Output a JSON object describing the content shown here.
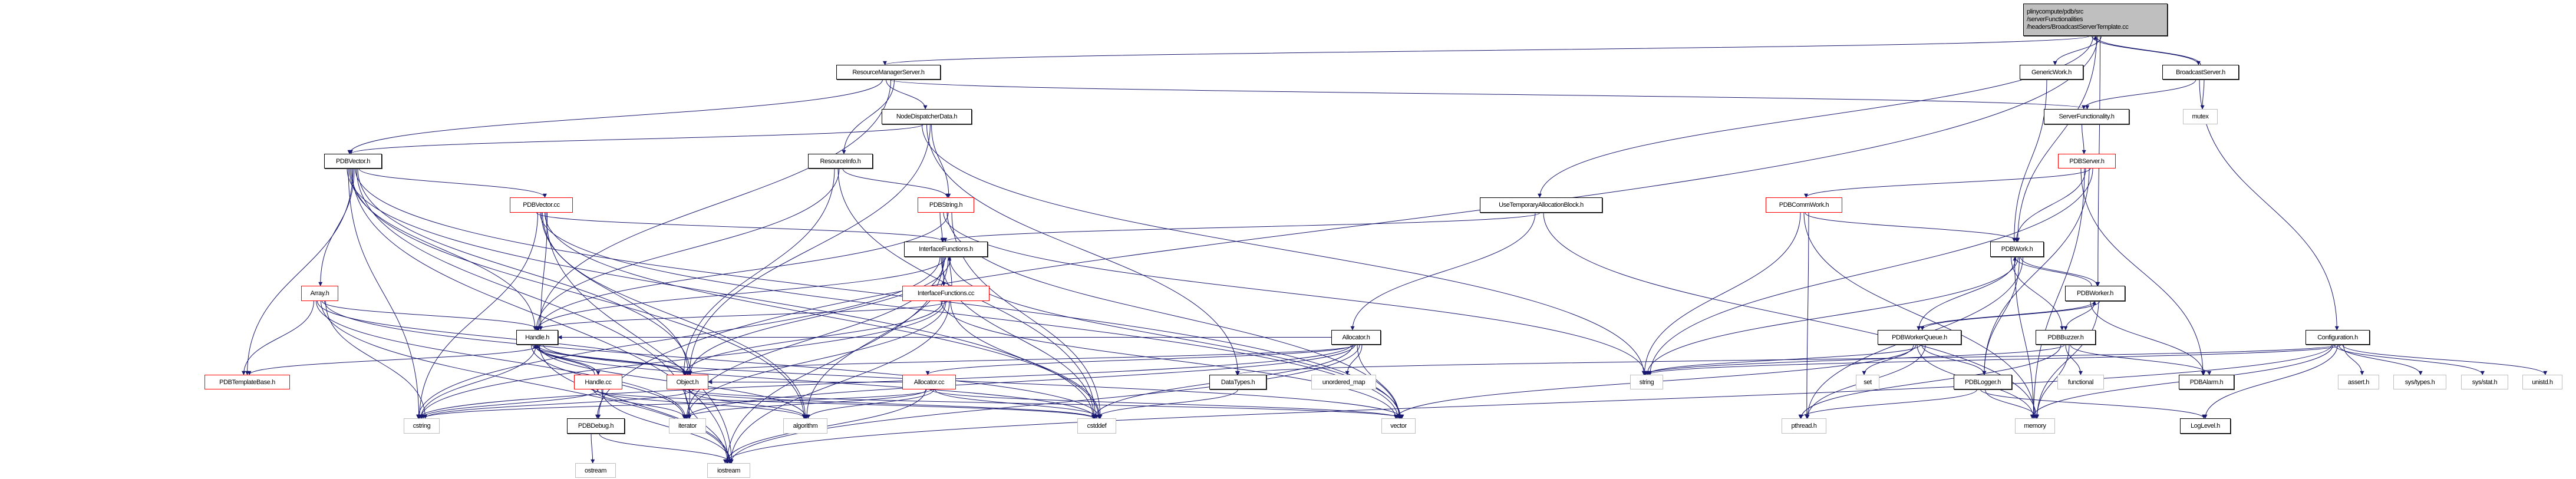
{
  "graph": {
    "type": "include-dependency-graph",
    "edge_color": "#191970",
    "colors": {
      "normal_border": "#000000",
      "red_border": "#ff0000",
      "external_border": "#bfbfbf",
      "root_fill": "#bfbfbf"
    },
    "nodes": [
      {
        "id": "root",
        "style": "root",
        "label_lines": [
          "plinycompute/pdb/src",
          "/serverFunctionalities",
          "/headers/BroadcastServerTemplate.cc"
        ]
      },
      {
        "id": "rms",
        "style": "normal",
        "label": "ResourceManagerServer.h"
      },
      {
        "id": "generic",
        "style": "normal",
        "label": "GenericWork.h"
      },
      {
        "id": "bserver",
        "style": "normal",
        "label": "BroadcastServer.h"
      },
      {
        "id": "ndd",
        "style": "normal",
        "label": "NodeDispatcherData.h"
      },
      {
        "id": "sfunc",
        "style": "normal",
        "label": "ServerFunctionality.h"
      },
      {
        "id": "mutex",
        "style": "external",
        "label": "mutex"
      },
      {
        "id": "pdbvector",
        "style": "normal",
        "label": "PDBVector.h"
      },
      {
        "id": "rinfo",
        "style": "normal",
        "label": "ResourceInfo.h"
      },
      {
        "id": "pdbserver",
        "style": "red",
        "label": "PDBServer.h"
      },
      {
        "id": "pdbvectorcc",
        "style": "red",
        "label": "PDBVector.cc"
      },
      {
        "id": "pdbstring",
        "style": "red",
        "label": "PDBString.h"
      },
      {
        "id": "utab",
        "style": "normal",
        "label": "UseTemporaryAllocationBlock.h"
      },
      {
        "id": "commwork",
        "style": "red",
        "label": "PDBCommWork.h"
      },
      {
        "id": "iface",
        "style": "normal",
        "label": "InterfaceFunctions.h"
      },
      {
        "id": "pdbwork",
        "style": "normal",
        "label": "PDBWork.h"
      },
      {
        "id": "array",
        "style": "red",
        "label": "Array.h"
      },
      {
        "id": "ifacecc",
        "style": "red",
        "label": "InterfaceFunctions.cc"
      },
      {
        "id": "worker",
        "style": "normal",
        "label": "PDBWorker.h"
      },
      {
        "id": "handle",
        "style": "normal",
        "label": "Handle.h"
      },
      {
        "id": "allocator",
        "style": "normal",
        "label": "Allocator.h"
      },
      {
        "id": "wqueue",
        "style": "normal",
        "label": "PDBWorkerQueue.h"
      },
      {
        "id": "buzzer",
        "style": "normal",
        "label": "PDBBuzzer.h"
      },
      {
        "id": "config",
        "style": "normal",
        "label": "Configuration.h"
      },
      {
        "id": "tbase",
        "style": "red",
        "label": "PDBTemplateBase.h"
      },
      {
        "id": "handlecc",
        "style": "red",
        "label": "Handle.cc"
      },
      {
        "id": "object",
        "style": "red",
        "label": "Object.h"
      },
      {
        "id": "allocatorcc",
        "style": "red",
        "label": "Allocator.cc"
      },
      {
        "id": "datatypes",
        "style": "normal",
        "label": "DataTypes.h"
      },
      {
        "id": "umap",
        "style": "external",
        "label": "unordered_map"
      },
      {
        "id": "string",
        "style": "external",
        "label": "string"
      },
      {
        "id": "set",
        "style": "external",
        "label": "set"
      },
      {
        "id": "logger",
        "style": "normal",
        "label": "PDBLogger.h"
      },
      {
        "id": "functional",
        "style": "external",
        "label": "functional"
      },
      {
        "id": "alarm",
        "style": "normal",
        "label": "PDBAlarm.h"
      },
      {
        "id": "assert",
        "style": "external",
        "label": "assert.h"
      },
      {
        "id": "systypes",
        "style": "external",
        "label": "sys/types.h"
      },
      {
        "id": "sysstat",
        "style": "external",
        "label": "sys/stat.h"
      },
      {
        "id": "unistd",
        "style": "external",
        "label": "unistd.h"
      },
      {
        "id": "cstring",
        "style": "external",
        "label": "cstring"
      },
      {
        "id": "debug",
        "style": "normal",
        "label": "PDBDebug.h"
      },
      {
        "id": "iterator",
        "style": "external",
        "label": "iterator"
      },
      {
        "id": "algorithm",
        "style": "external",
        "label": "algorithm"
      },
      {
        "id": "cstddef",
        "style": "external",
        "label": "cstddef"
      },
      {
        "id": "vector",
        "style": "external",
        "label": "vector"
      },
      {
        "id": "pthread",
        "style": "external",
        "label": "pthread.h"
      },
      {
        "id": "memory",
        "style": "external",
        "label": "memory"
      },
      {
        "id": "loglevel",
        "style": "normal",
        "label": "LogLevel.h"
      },
      {
        "id": "ostream",
        "style": "external",
        "label": "ostream"
      },
      {
        "id": "iostream",
        "style": "external",
        "label": "iostream"
      }
    ],
    "edges": [
      [
        "root",
        "rms"
      ],
      [
        "root",
        "debug"
      ],
      [
        "root",
        "utab"
      ],
      [
        "root",
        "generic"
      ],
      [
        "root",
        "pdbwork"
      ],
      [
        "root",
        "bserver"
      ],
      [
        "root",
        "worker"
      ],
      [
        "bserver",
        "root"
      ],
      [
        "bserver",
        "sfunc"
      ],
      [
        "bserver",
        "mutex"
      ],
      [
        "bserver",
        "config"
      ],
      [
        "rms",
        "pdbvector"
      ],
      [
        "rms",
        "handle"
      ],
      [
        "rms",
        "ndd"
      ],
      [
        "rms",
        "rinfo"
      ],
      [
        "rms",
        "sfunc"
      ],
      [
        "ndd",
        "pdbvector"
      ],
      [
        "ndd",
        "pdbstring"
      ],
      [
        "ndd",
        "datatypes"
      ],
      [
        "ndd",
        "string"
      ],
      [
        "ndd",
        "object"
      ],
      [
        "rinfo",
        "handle"
      ],
      [
        "rinfo",
        "object"
      ],
      [
        "rinfo",
        "pdbstring"
      ],
      [
        "rinfo",
        "cstddef"
      ],
      [
        "pdbvector",
        "pdbvectorcc"
      ],
      [
        "pdbvector",
        "array"
      ],
      [
        "pdbvector",
        "handle"
      ],
      [
        "pdbvector",
        "object"
      ],
      [
        "pdbvector",
        "tbase"
      ],
      [
        "pdbvector",
        "cstring"
      ],
      [
        "pdbvector",
        "iterator"
      ],
      [
        "pdbvector",
        "iostream"
      ],
      [
        "pdbvector",
        "cstddef"
      ],
      [
        "pdbvector",
        "vector"
      ],
      [
        "pdbvector",
        "algorithm"
      ],
      [
        "pdbvectorcc",
        "handle"
      ],
      [
        "pdbvectorcc",
        "object"
      ],
      [
        "pdbvectorcc",
        "cstring"
      ],
      [
        "pdbvectorcc",
        "iostream"
      ],
      [
        "pdbvectorcc",
        "algorithm"
      ],
      [
        "pdbvectorcc",
        "iface"
      ],
      [
        "pdbvectorcc",
        "cstddef"
      ],
      [
        "pdbvectorcc",
        "vector"
      ],
      [
        "pdbstring",
        "iface"
      ],
      [
        "pdbstring",
        "handle"
      ],
      [
        "pdbstring",
        "string"
      ],
      [
        "pdbstring",
        "cstddef"
      ],
      [
        "pdbstring",
        "vector"
      ],
      [
        "iface",
        "ifacecc"
      ],
      [
        "iface",
        "object"
      ],
      [
        "iface",
        "handle"
      ],
      [
        "iface",
        "cstddef"
      ],
      [
        "iface",
        "vector"
      ],
      [
        "iface",
        "iterator"
      ],
      [
        "iface",
        "cstring"
      ],
      [
        "iface",
        "algorithm"
      ],
      [
        "iface",
        "iostream"
      ],
      [
        "ifacecc",
        "iface"
      ],
      [
        "ifacecc",
        "handle"
      ],
      [
        "ifacecc",
        "object"
      ],
      [
        "ifacecc",
        "cstddef"
      ],
      [
        "ifacecc",
        "iterator"
      ],
      [
        "ifacecc",
        "vector"
      ],
      [
        "ifacecc",
        "iostream"
      ],
      [
        "ifacecc",
        "cstring"
      ],
      [
        "array",
        "tbase"
      ],
      [
        "array",
        "handle"
      ],
      [
        "array",
        "object"
      ],
      [
        "array",
        "cstring"
      ],
      [
        "array",
        "iostream"
      ],
      [
        "array",
        "iterator"
      ],
      [
        "array",
        "cstddef"
      ],
      [
        "handle",
        "handlecc"
      ],
      [
        "handle",
        "object"
      ],
      [
        "handle",
        "tbase"
      ],
      [
        "handle",
        "cstring"
      ],
      [
        "handle",
        "iterator"
      ],
      [
        "handle",
        "iostream"
      ],
      [
        "handle",
        "cstddef"
      ],
      [
        "handle",
        "vector"
      ],
      [
        "handle",
        "algorithm"
      ],
      [
        "handlecc",
        "handle"
      ],
      [
        "handlecc",
        "debug"
      ],
      [
        "handlecc",
        "cstring"
      ],
      [
        "handlecc",
        "iterator"
      ],
      [
        "handlecc",
        "iostream"
      ],
      [
        "handlecc",
        "algorithm"
      ],
      [
        "handlecc",
        "cstddef"
      ],
      [
        "object",
        "iterator"
      ],
      [
        "object",
        "iostream"
      ],
      [
        "object",
        "cstring"
      ],
      [
        "object",
        "algorithm"
      ],
      [
        "object",
        "cstddef"
      ],
      [
        "object",
        "vector"
      ],
      [
        "object",
        "handle"
      ],
      [
        "debug",
        "ostream"
      ],
      [
        "debug",
        "iostream"
      ],
      [
        "utab",
        "iface"
      ],
      [
        "utab",
        "allocator"
      ],
      [
        "utab",
        "memory"
      ],
      [
        "allocator",
        "allocatorcc"
      ],
      [
        "allocator",
        "umap"
      ],
      [
        "allocator",
        "vector"
      ],
      [
        "allocator",
        "cstddef"
      ],
      [
        "allocator",
        "handle"
      ],
      [
        "allocator",
        "object"
      ],
      [
        "allocator",
        "cstring"
      ],
      [
        "allocator",
        "iostream"
      ],
      [
        "allocator",
        "iterator"
      ],
      [
        "allocatorcc",
        "object"
      ],
      [
        "allocatorcc",
        "cstring"
      ],
      [
        "allocatorcc",
        "iterator"
      ],
      [
        "allocatorcc",
        "cstddef"
      ],
      [
        "allocatorcc",
        "vector"
      ],
      [
        "allocatorcc",
        "iostream"
      ],
      [
        "allocatorcc",
        "algorithm"
      ],
      [
        "datatypes",
        "cstddef"
      ],
      [
        "sfunc",
        "pdbserver"
      ],
      [
        "pdbserver",
        "commwork"
      ],
      [
        "pdbserver",
        "pdbwork"
      ],
      [
        "pdbserver",
        "alarm"
      ],
      [
        "pdbserver",
        "logger"
      ],
      [
        "pdbserver",
        "memory"
      ],
      [
        "pdbserver",
        "string"
      ],
      [
        "commwork",
        "pdbwork"
      ],
      [
        "commwork",
        "string"
      ],
      [
        "commwork",
        "pthread"
      ],
      [
        "commwork",
        "memory"
      ],
      [
        "generic",
        "pdbwork"
      ],
      [
        "pdbwork",
        "worker"
      ],
      [
        "pdbwork",
        "wqueue"
      ],
      [
        "pdbwork",
        "buzzer"
      ],
      [
        "pdbwork",
        "logger"
      ],
      [
        "pdbwork",
        "memory"
      ],
      [
        "pdbwork",
        "pthread"
      ],
      [
        "pdbwork",
        "string"
      ],
      [
        "worker",
        "pdbwork"
      ],
      [
        "worker",
        "wqueue"
      ],
      [
        "worker",
        "buzzer"
      ],
      [
        "worker",
        "alarm"
      ],
      [
        "worker",
        "memory"
      ],
      [
        "wqueue",
        "worker"
      ],
      [
        "wqueue",
        "set"
      ],
      [
        "wqueue",
        "logger"
      ],
      [
        "wqueue",
        "memory"
      ],
      [
        "wqueue",
        "pthread"
      ],
      [
        "wqueue",
        "string"
      ],
      [
        "wqueue",
        "vector"
      ],
      [
        "buzzer",
        "alarm"
      ],
      [
        "buzzer",
        "functional"
      ],
      [
        "buzzer",
        "pthread"
      ],
      [
        "buzzer",
        "memory"
      ],
      [
        "buzzer",
        "string"
      ],
      [
        "logger",
        "pthread"
      ],
      [
        "logger",
        "memory"
      ],
      [
        "logger",
        "loglevel"
      ],
      [
        "config",
        "assert"
      ],
      [
        "config",
        "systypes"
      ],
      [
        "config",
        "sysstat"
      ],
      [
        "config",
        "unistd"
      ],
      [
        "config",
        "loglevel"
      ],
      [
        "config",
        "memory"
      ],
      [
        "config",
        "string"
      ],
      [
        "config",
        "datatypes"
      ],
      [
        "config",
        "iostream"
      ]
    ]
  }
}
